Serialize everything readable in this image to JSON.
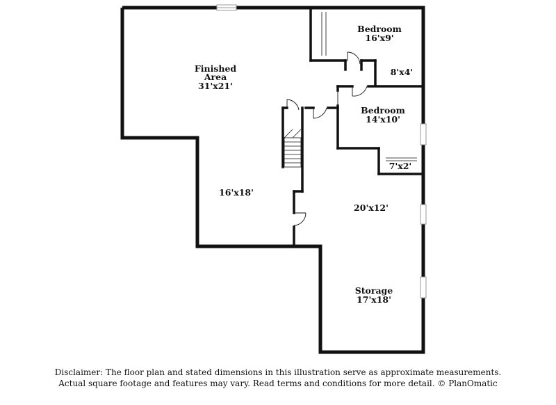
{
  "rooms": {
    "finished_area": {
      "line1": "Finished",
      "line2": "Area",
      "line3": "31'x21'"
    },
    "bedroom_1": {
      "name": "Bedroom",
      "size": "16'x9'"
    },
    "closet_1": {
      "size": "8'x4'"
    },
    "bedroom_2": {
      "name": "Bedroom",
      "size": "14'x10'"
    },
    "closet_2": {
      "size": "7'x2'"
    },
    "family_area": {
      "size": "16'x18'"
    },
    "middle_area": {
      "size": "20'x12'"
    },
    "storage": {
      "name": "Storage",
      "size": "17'x18'"
    }
  },
  "disclaimer": {
    "line1": "Disclaimer: The floor plan and stated dimensions in this illustration serve as approximate measurements.",
    "line2": "Actual square footage and features may vary. Read terms and conditions for more detail. © PlanOmatic"
  },
  "colors": {
    "wall": "#111111",
    "window": "#bbbbbb",
    "background": "#ffffff"
  }
}
